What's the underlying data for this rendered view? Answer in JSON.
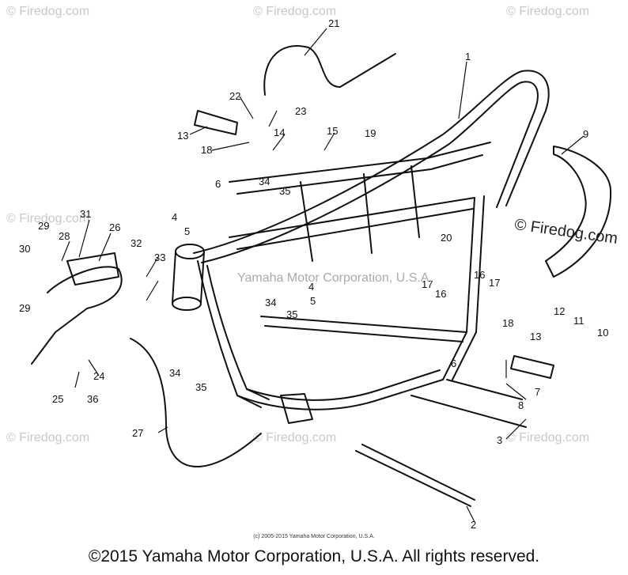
{
  "watermark": "© Firedog.com",
  "watermark_main": "© Firedog.com",
  "center_watermark": "Yamaha Motor Corporation, U.S.A.",
  "small_copyright": "(c) 2005-2015 Yamaha Motor Corporation, U.S.A.",
  "footer": "©2015 Yamaha Motor Corporation, U.S.A. All rights reserved.",
  "callouts": [
    {
      "id": "c1",
      "text": "1"
    },
    {
      "id": "c2",
      "text": "2"
    },
    {
      "id": "c3",
      "text": "3"
    },
    {
      "id": "c4a",
      "text": "4"
    },
    {
      "id": "c4b",
      "text": "4"
    },
    {
      "id": "c5a",
      "text": "5"
    },
    {
      "id": "c5b",
      "text": "5"
    },
    {
      "id": "c6a",
      "text": "6"
    },
    {
      "id": "c6b",
      "text": "6"
    },
    {
      "id": "c7",
      "text": "7"
    },
    {
      "id": "c8",
      "text": "8"
    },
    {
      "id": "c9",
      "text": "9"
    },
    {
      "id": "c10",
      "text": "10"
    },
    {
      "id": "c11",
      "text": "11"
    },
    {
      "id": "c12",
      "text": "12"
    },
    {
      "id": "c13a",
      "text": "13"
    },
    {
      "id": "c13b",
      "text": "13"
    },
    {
      "id": "c14",
      "text": "14"
    },
    {
      "id": "c15",
      "text": "15"
    },
    {
      "id": "c16a",
      "text": "16"
    },
    {
      "id": "c16b",
      "text": "16"
    },
    {
      "id": "c17a",
      "text": "17"
    },
    {
      "id": "c17b",
      "text": "17"
    },
    {
      "id": "c18a",
      "text": "18"
    },
    {
      "id": "c18b",
      "text": "18"
    },
    {
      "id": "c19",
      "text": "19"
    },
    {
      "id": "c20",
      "text": "20"
    },
    {
      "id": "c21",
      "text": "21"
    },
    {
      "id": "c22",
      "text": "22"
    },
    {
      "id": "c23",
      "text": "23"
    },
    {
      "id": "c24",
      "text": "24"
    },
    {
      "id": "c25",
      "text": "25"
    },
    {
      "id": "c26",
      "text": "26"
    },
    {
      "id": "c27",
      "text": "27"
    },
    {
      "id": "c28",
      "text": "28"
    },
    {
      "id": "c29a",
      "text": "29"
    },
    {
      "id": "c29b",
      "text": "29"
    },
    {
      "id": "c30",
      "text": "30"
    },
    {
      "id": "c31",
      "text": "31"
    },
    {
      "id": "c32",
      "text": "32"
    },
    {
      "id": "c33",
      "text": "33"
    },
    {
      "id": "c34a",
      "text": "34"
    },
    {
      "id": "c34b",
      "text": "34"
    },
    {
      "id": "c34c",
      "text": "34"
    },
    {
      "id": "c35a",
      "text": "35"
    },
    {
      "id": "c35b",
      "text": "35"
    },
    {
      "id": "c35c",
      "text": "35"
    },
    {
      "id": "c36",
      "text": "36"
    }
  ]
}
